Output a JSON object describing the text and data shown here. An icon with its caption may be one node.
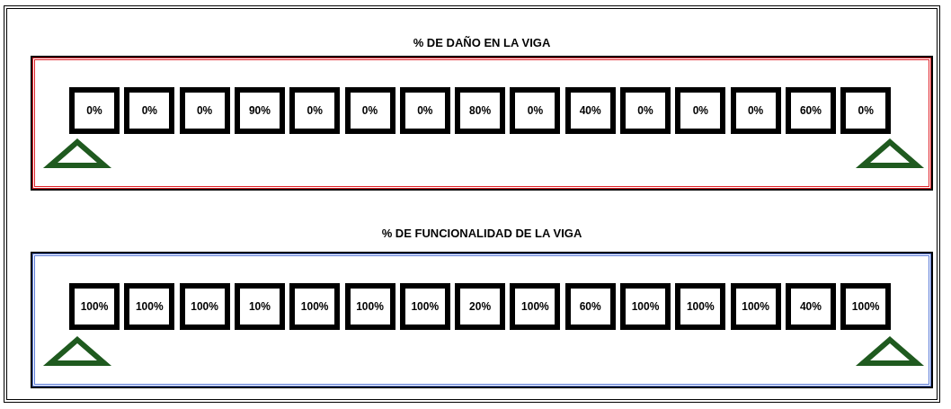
{
  "diagram": {
    "nodes": [
      {
        "text": [
          "% DE DAÑO EN LA VIGA"
        ]
      },
      {
        "text": [
          "0%"
        ],
        "in": 0
      },
      {
        "text": [
          "0%"
        ],
        "in": 0
      },
      {
        "text": [
          "0%"
        ],
        "in": 0
      },
      {
        "text": [
          "90%"
        ],
        "in": 0
      },
      {
        "text": [
          "0%"
        ],
        "in": 0
      },
      {
        "text": [
          "0%"
        ],
        "in": 0
      },
      {
        "text": [
          "0%"
        ],
        "in": 0
      },
      {
        "text": [
          "80%"
        ],
        "in": 0
      },
      {
        "text": [
          "0%"
        ],
        "in": 0
      },
      {
        "text": [
          "40%"
        ],
        "in": 0
      },
      {
        "text": [
          "0%"
        ],
        "in": 0
      },
      {
        "text": [
          "0%"
        ],
        "in": 0
      },
      {
        "text": [
          "0%"
        ],
        "in": 0
      },
      {
        "text": [
          "60%"
        ],
        "in": 0
      },
      {
        "text": [
          "0%"
        ],
        "in": 0
      },
      {
        "text": [],
        "shape": "triangle",
        "in": 0
      },
      {
        "text": [],
        "shape": "triangle",
        "in": 0
      },
      {
        "text": [
          "% DE FUNCIONALIDAD DE LA VIGA"
        ]
      },
      {
        "text": [
          "100%"
        ],
        "in": 18
      },
      {
        "text": [
          "100%"
        ],
        "in": 18
      },
      {
        "text": [
          "100%"
        ],
        "in": 18
      },
      {
        "text": [
          "10%"
        ],
        "in": 18
      },
      {
        "text": [
          "100%"
        ],
        "in": 18
      },
      {
        "text": [
          "100%"
        ],
        "in": 18
      },
      {
        "text": [
          "100%"
        ],
        "in": 18
      },
      {
        "text": [
          "20%"
        ],
        "in": 18
      },
      {
        "text": [
          "100%"
        ],
        "in": 18
      },
      {
        "text": [
          "60%"
        ],
        "in": 18
      },
      {
        "text": [
          "100%"
        ],
        "in": 18
      },
      {
        "text": [
          "100%"
        ],
        "in": 18
      },
      {
        "text": [
          "100%"
        ],
        "in": 18
      },
      {
        "text": [
          "40%"
        ],
        "in": 18
      },
      {
        "text": [
          "100%"
        ],
        "in": 18
      },
      {
        "text": [],
        "shape": "triangle",
        "in": 18
      },
      {
        "text": [],
        "shape": "triangle",
        "in": 18
      }
    ],
    "edges": []
  }
}
